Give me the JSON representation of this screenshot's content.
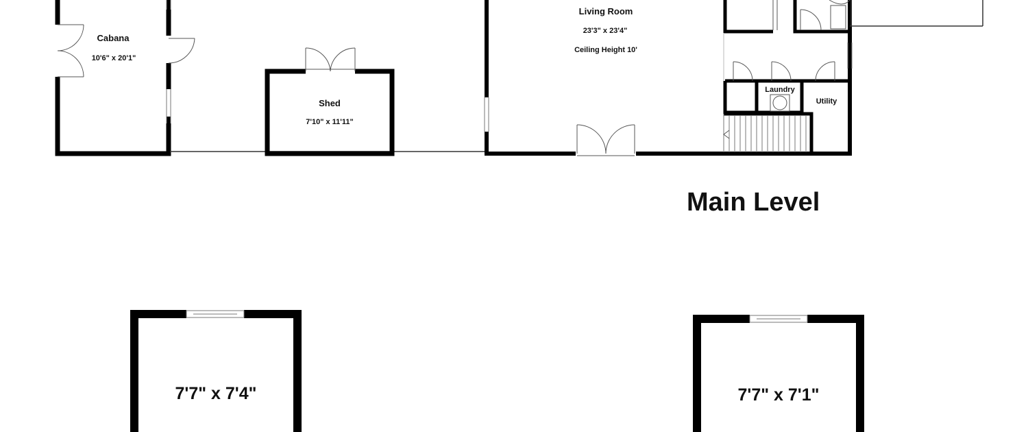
{
  "rooms": {
    "cabana": {
      "name": "Cabana",
      "dims": "10'6\" x 20'1\""
    },
    "shed": {
      "name": "Shed",
      "dims": "7'10\" x 11'11\""
    },
    "living_room": {
      "name": "Living Room",
      "dims": "23'3\" x 23'4\"",
      "ceiling": "Ceiling Height 10'"
    },
    "laundry": {
      "name": "Laundry"
    },
    "utility": {
      "name": "Utility"
    },
    "lower_left": {
      "dims": "7'7\" x 7'4\""
    },
    "lower_right": {
      "dims": "7'7\" x 7'1\""
    }
  },
  "level_title": "Main Level"
}
